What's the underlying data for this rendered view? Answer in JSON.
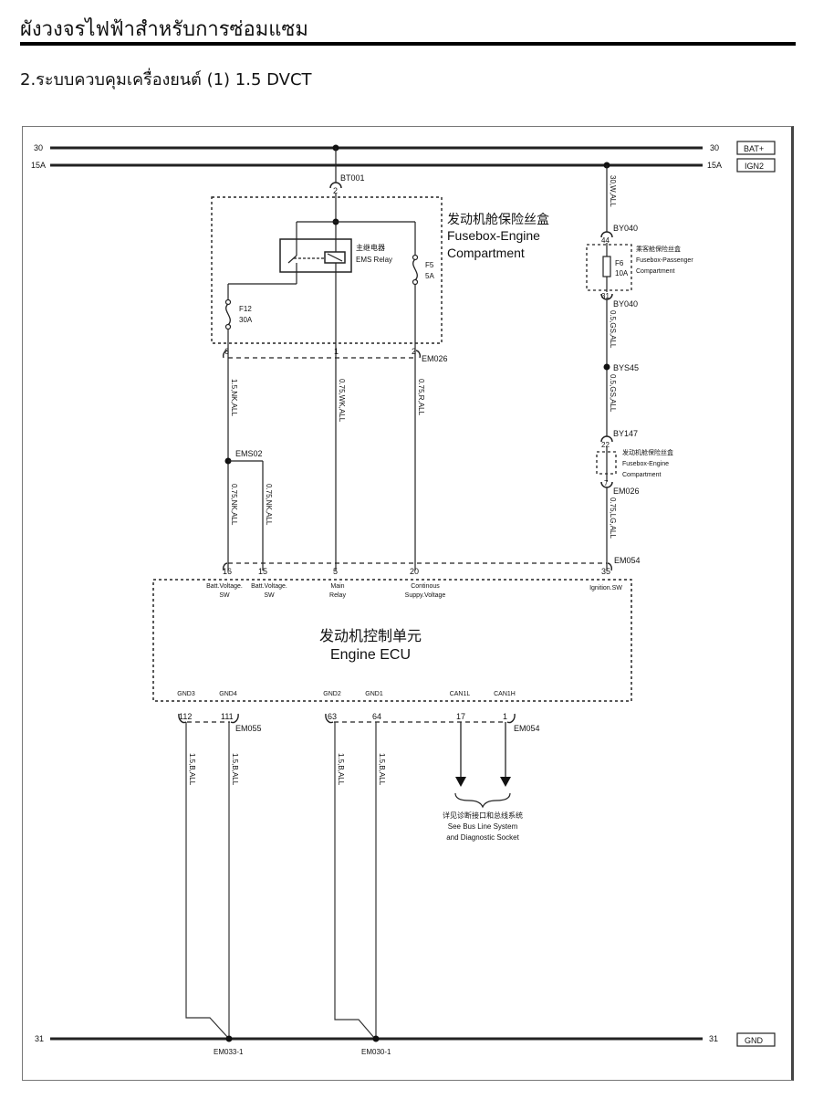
{
  "header": {
    "title": "ผังวงจรไฟฟ้าสำหรับการซ่อมแซม",
    "section": "2.ระบบควบคุมเครื่องยนต์ (1) 1.5 DVCT"
  },
  "rails": {
    "bat": {
      "left_label": "30",
      "right_label": "30",
      "tag": "BAT+"
    },
    "ign": {
      "left_label": "15A",
      "right_label": "15A",
      "tag": "IGN2"
    },
    "gnd": {
      "left_label": "31",
      "right_label": "31",
      "tag": "GND"
    }
  },
  "connectors": {
    "bt001": {
      "name": "BT001",
      "pin": "2"
    },
    "em026_top": {
      "name": "EM026",
      "pins": [
        "6",
        "1",
        "2"
      ]
    },
    "by040_in": {
      "name": "BY040",
      "pin": "44"
    },
    "by040_out": {
      "name": "BY040",
      "pin": "31"
    },
    "bys45": {
      "name": "BYS45"
    },
    "by147": {
      "name": "BY147",
      "pin": "22"
    },
    "em026_right": {
      "name": "EM026",
      "pin": "7"
    },
    "ems02": {
      "name": "EMS02"
    },
    "em054_top": {
      "name": "EM054",
      "pins": [
        "16",
        "15",
        "5",
        "20",
        "35"
      ]
    },
    "em055": {
      "name": "EM055",
      "pins": [
        "112",
        "111"
      ]
    },
    "em054_bottom": {
      "name": "EM054",
      "pins": [
        "63",
        "64",
        "17",
        "1"
      ]
    },
    "em033": {
      "name": "EM033-1"
    },
    "em030": {
      "name": "EM030-1"
    }
  },
  "fusebox_engine": {
    "label_cn": "发动机舱保险丝盒",
    "label_en_1": "Fusebox-Engine",
    "label_en_2": "Compartment",
    "relay_cn": "主继电器",
    "relay_en": "EMS Relay",
    "f5_name": "F5",
    "f5_rating": "5A",
    "f12_name": "F12",
    "f12_rating": "30A"
  },
  "fusebox_passenger": {
    "label_cn": "乘客舱保险丝盒",
    "label_en_1": "Fusebox-Passenger",
    "label_en_2": "Compartment",
    "f6_name": "F6",
    "f6_rating": "10A"
  },
  "fusebox_engine_small": {
    "label_cn": "发动机舱保险丝盒",
    "label_en_1": "Fusebox-Engine",
    "label_en_2": "Compartment"
  },
  "wires": {
    "w_30w": "30,W,ALL",
    "w_05gs_1": "0.5,GS,ALL",
    "w_05gs_2": "0.5,GS,ALL",
    "w_075lg": "0.75,LG,ALL",
    "w_15nk": "1.5,NK,ALL",
    "w_075wk": "0.75,WK,ALL",
    "w_075r": "0.75,R,ALL",
    "w_075nk_1": "0.75,NK,ALL",
    "w_075nk_2": "0.75,NK,ALL",
    "w_15b_1": "1.5,B,ALL",
    "w_15b_2": "1.5,B,ALL",
    "w_15b_3": "1.5,B,ALL",
    "w_15b_4": "1.5,B,ALL"
  },
  "ecu": {
    "title_cn": "发动机控制单元",
    "title_en": "Engine ECU",
    "top_pins": [
      {
        "l1": "Batt.Voltage.",
        "l2": "SW"
      },
      {
        "l1": "Batt.Voltage.",
        "l2": "SW"
      },
      {
        "l1": "Main",
        "l2": "Relay"
      },
      {
        "l1": "Continous",
        "l2": "Suppy.Voltage"
      },
      {
        "l1": "Ignition.SW",
        "l2": ""
      }
    ],
    "bottom_pins": [
      "GND3",
      "GND4",
      "GND2",
      "GND1",
      "CAN1L",
      "CAN1H"
    ]
  },
  "bus_note": {
    "cn": "详见诊断接口和总线系统",
    "en_1": "See Bus Line System",
    "en_2": "and Diagnostic Socket"
  }
}
